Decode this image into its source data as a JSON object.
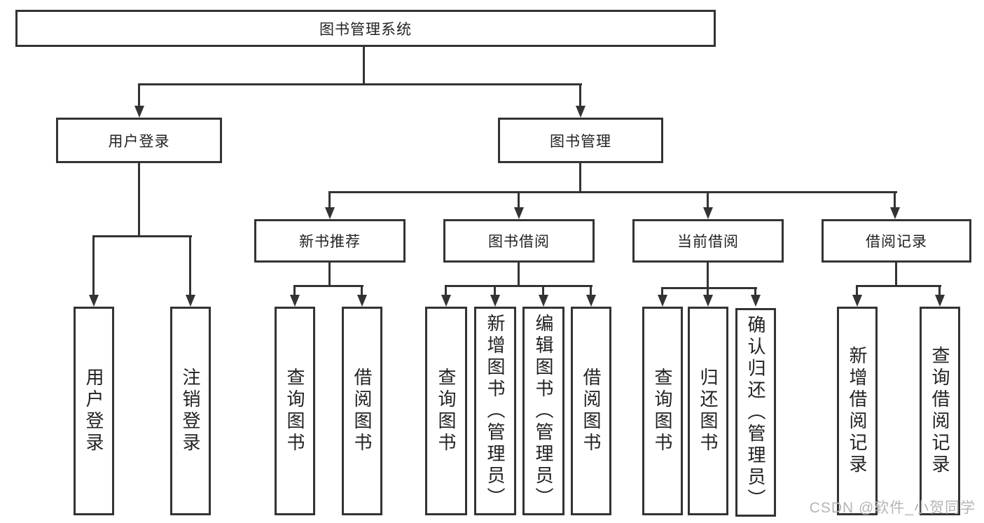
{
  "diagram": {
    "title": "图书管理系统",
    "branches": [
      {
        "label": "用户登录",
        "children": [
          "用户登录",
          "注销登录"
        ]
      },
      {
        "label": "图书管理",
        "children": [
          {
            "label": "新书推荐",
            "children": [
              "查询图书",
              "借阅图书"
            ]
          },
          {
            "label": "图书借阅",
            "children": [
              "查询图书",
              "新增图书（管理员）",
              "编辑图书（管理员）",
              "借阅图书"
            ]
          },
          {
            "label": "当前借阅",
            "children": [
              "查询图书",
              "归还图书",
              "确认归还（管理员）"
            ]
          },
          {
            "label": "借阅记录",
            "children": [
              "新增借阅记录",
              "查询借阅记录"
            ]
          }
        ]
      }
    ],
    "watermark": "CSDN @软件_小贺同学",
    "colors": {
      "line": "#333333",
      "text": "#222222",
      "watermark": "#b5b5b5",
      "background": "#ffffff"
    }
  }
}
